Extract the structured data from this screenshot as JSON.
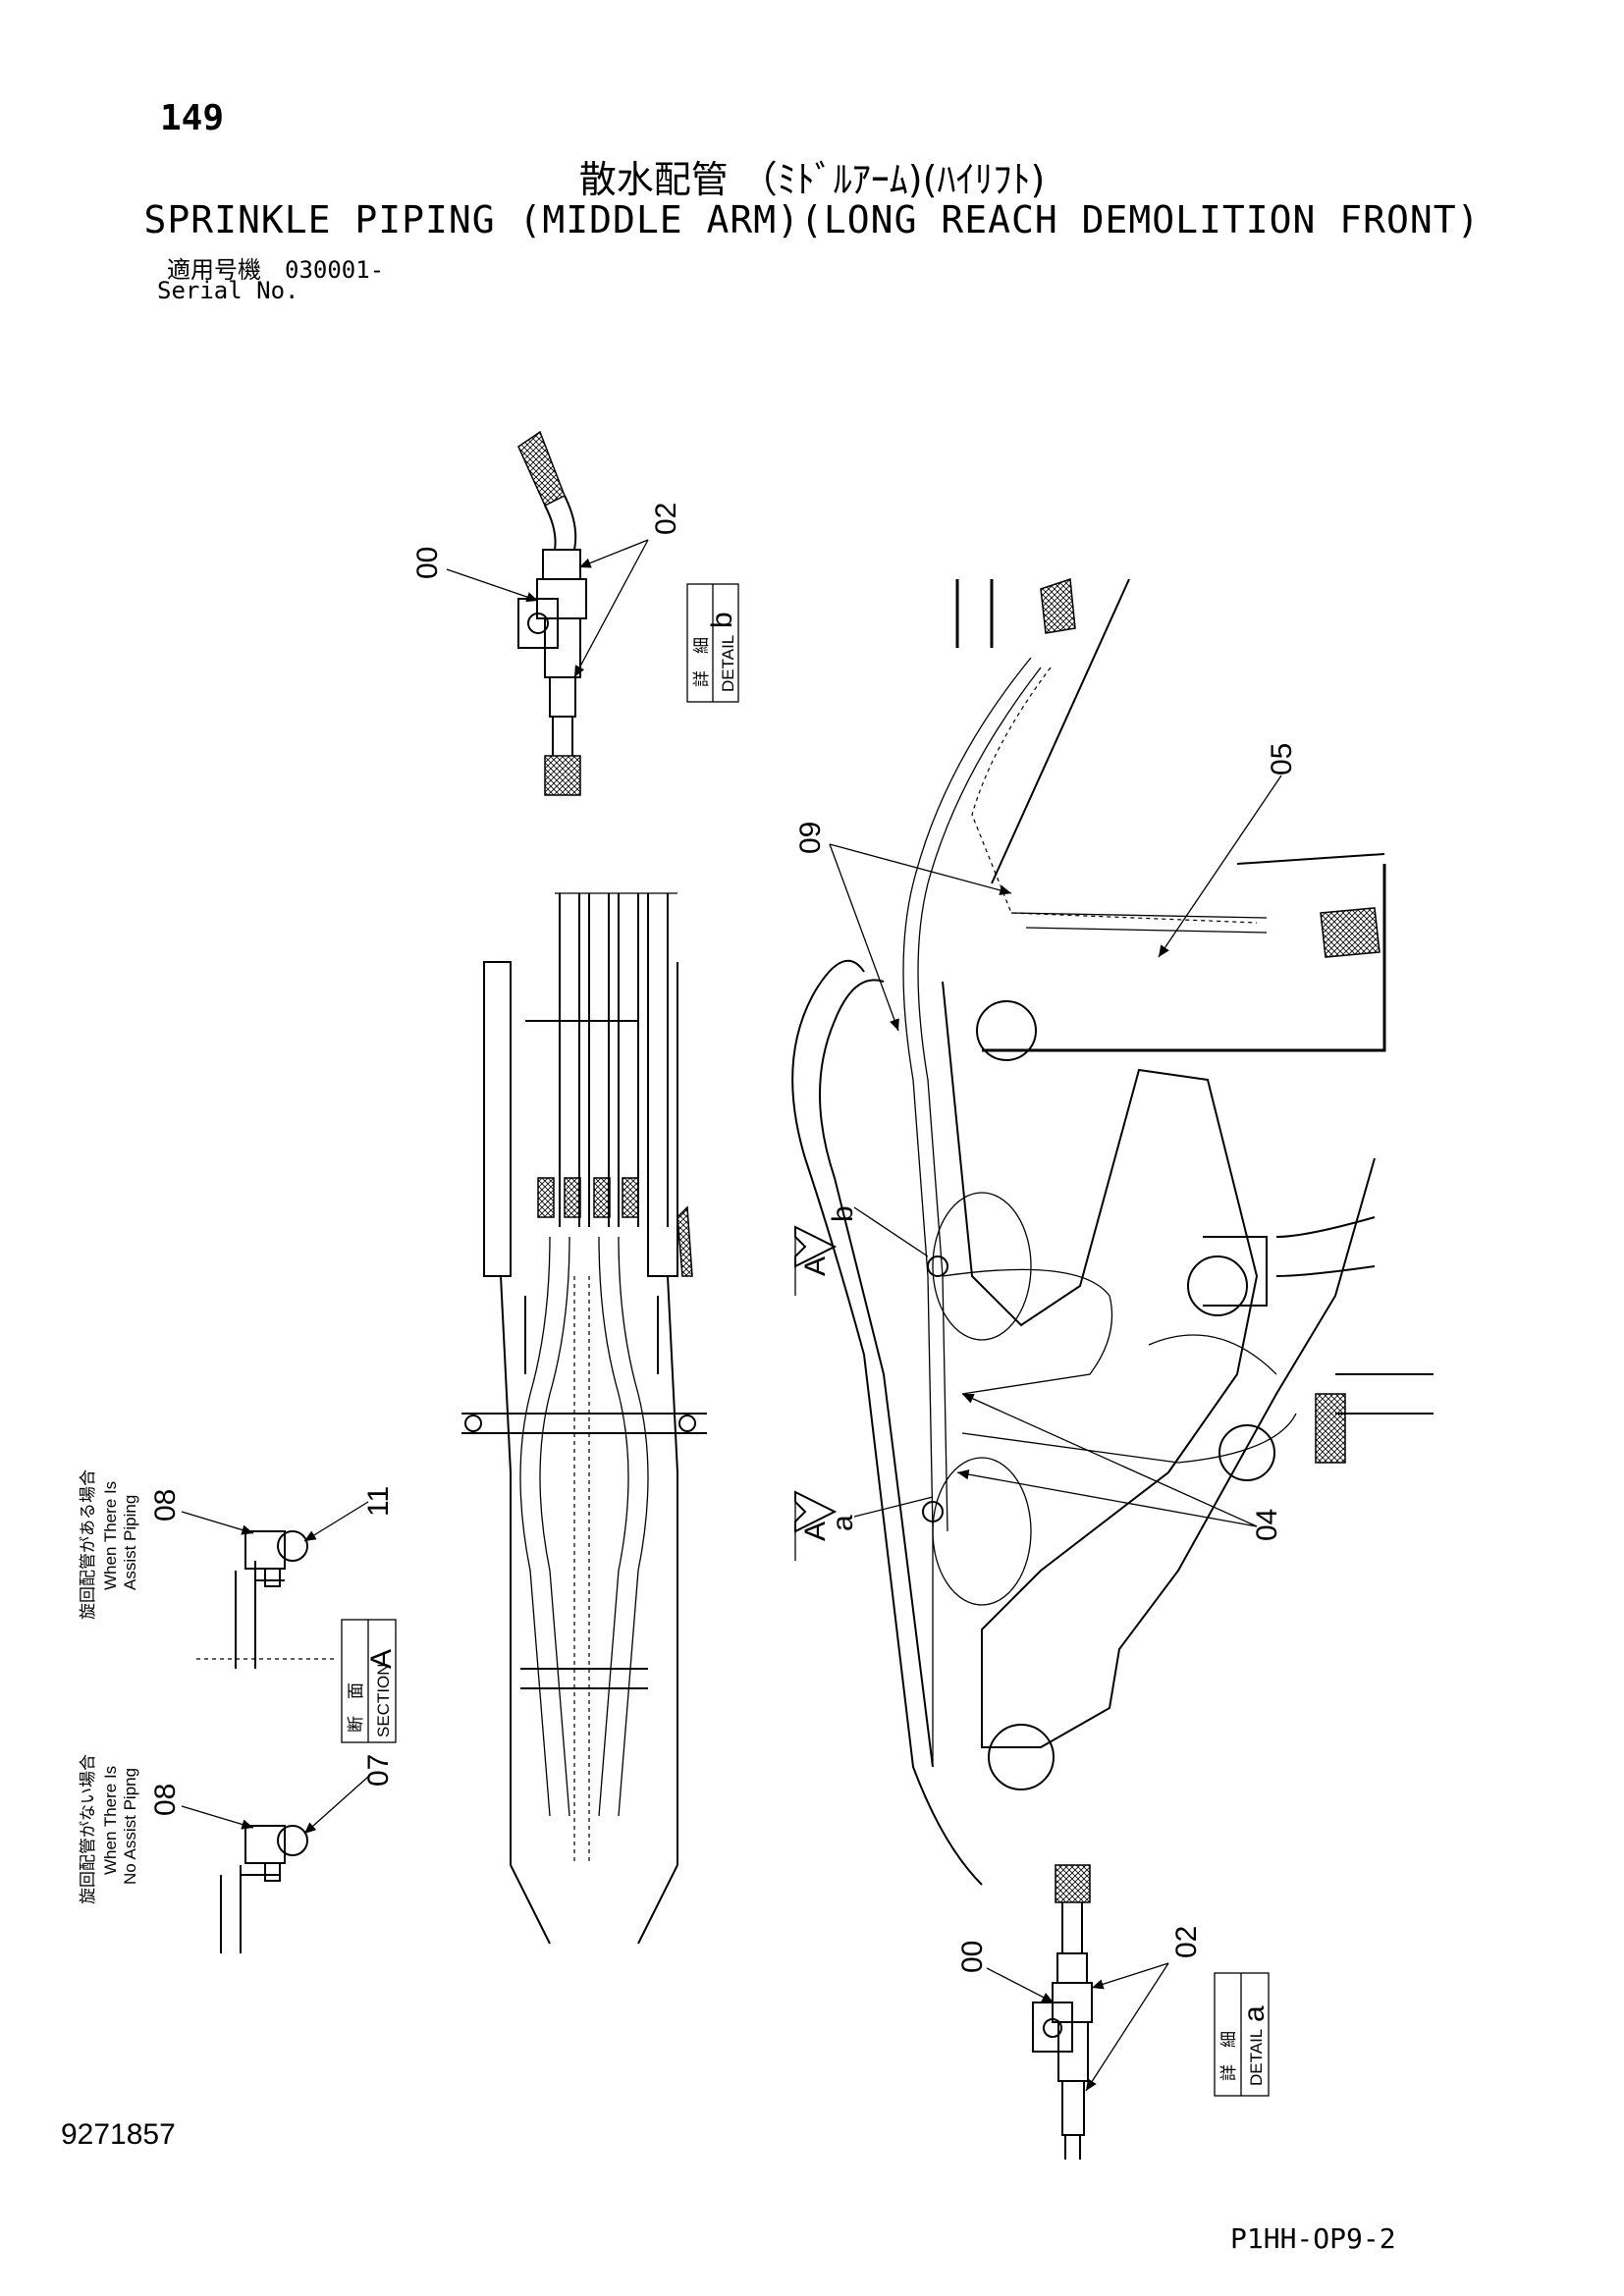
{
  "page_number": "149",
  "title_jp": "散水配管 （ﾐﾄﾞﾙｱｰﾑ)(ﾊｲﾘﾌﾄ)",
  "title_en": "SPRINKLE PIPING (MIDDLE ARM)(LONG REACH DEMOLITION FRONT)",
  "serial_jp": "適用号機　030001-",
  "serial_en": "Serial No.",
  "doc_number": "9271857",
  "drawing_code": "P1HH-OP9-2",
  "callouts": {
    "detail_b_00": "00",
    "detail_b_02": "02",
    "detail_a_00": "00",
    "detail_a_02": "02",
    "main_09": "09",
    "main_05": "05",
    "main_04": "04",
    "assist_08": "08",
    "assist_11": "11",
    "noassist_08": "08",
    "noassist_07": "07",
    "arrow_a_top": "A",
    "arrow_a_bottom": "A",
    "leader_b": "b",
    "leader_a": "a"
  },
  "boxes": {
    "detail_b": {
      "jp": "詳　細",
      "en": "DETAIL",
      "letter": "b"
    },
    "detail_a": {
      "jp": "詳　細",
      "en": "DETAIL",
      "letter": "a"
    },
    "section_a": {
      "jp": "断　面",
      "en": "SECTION",
      "letter": "A"
    }
  },
  "notes": {
    "assist_jp": "旋回配管がある場合",
    "assist_en1": "When There Is",
    "assist_en2": "Assist Piping",
    "noassist_jp": "旋回配管がない場合",
    "noassist_en1": "When There Is",
    "noassist_en2": "No Assist Pipng"
  }
}
